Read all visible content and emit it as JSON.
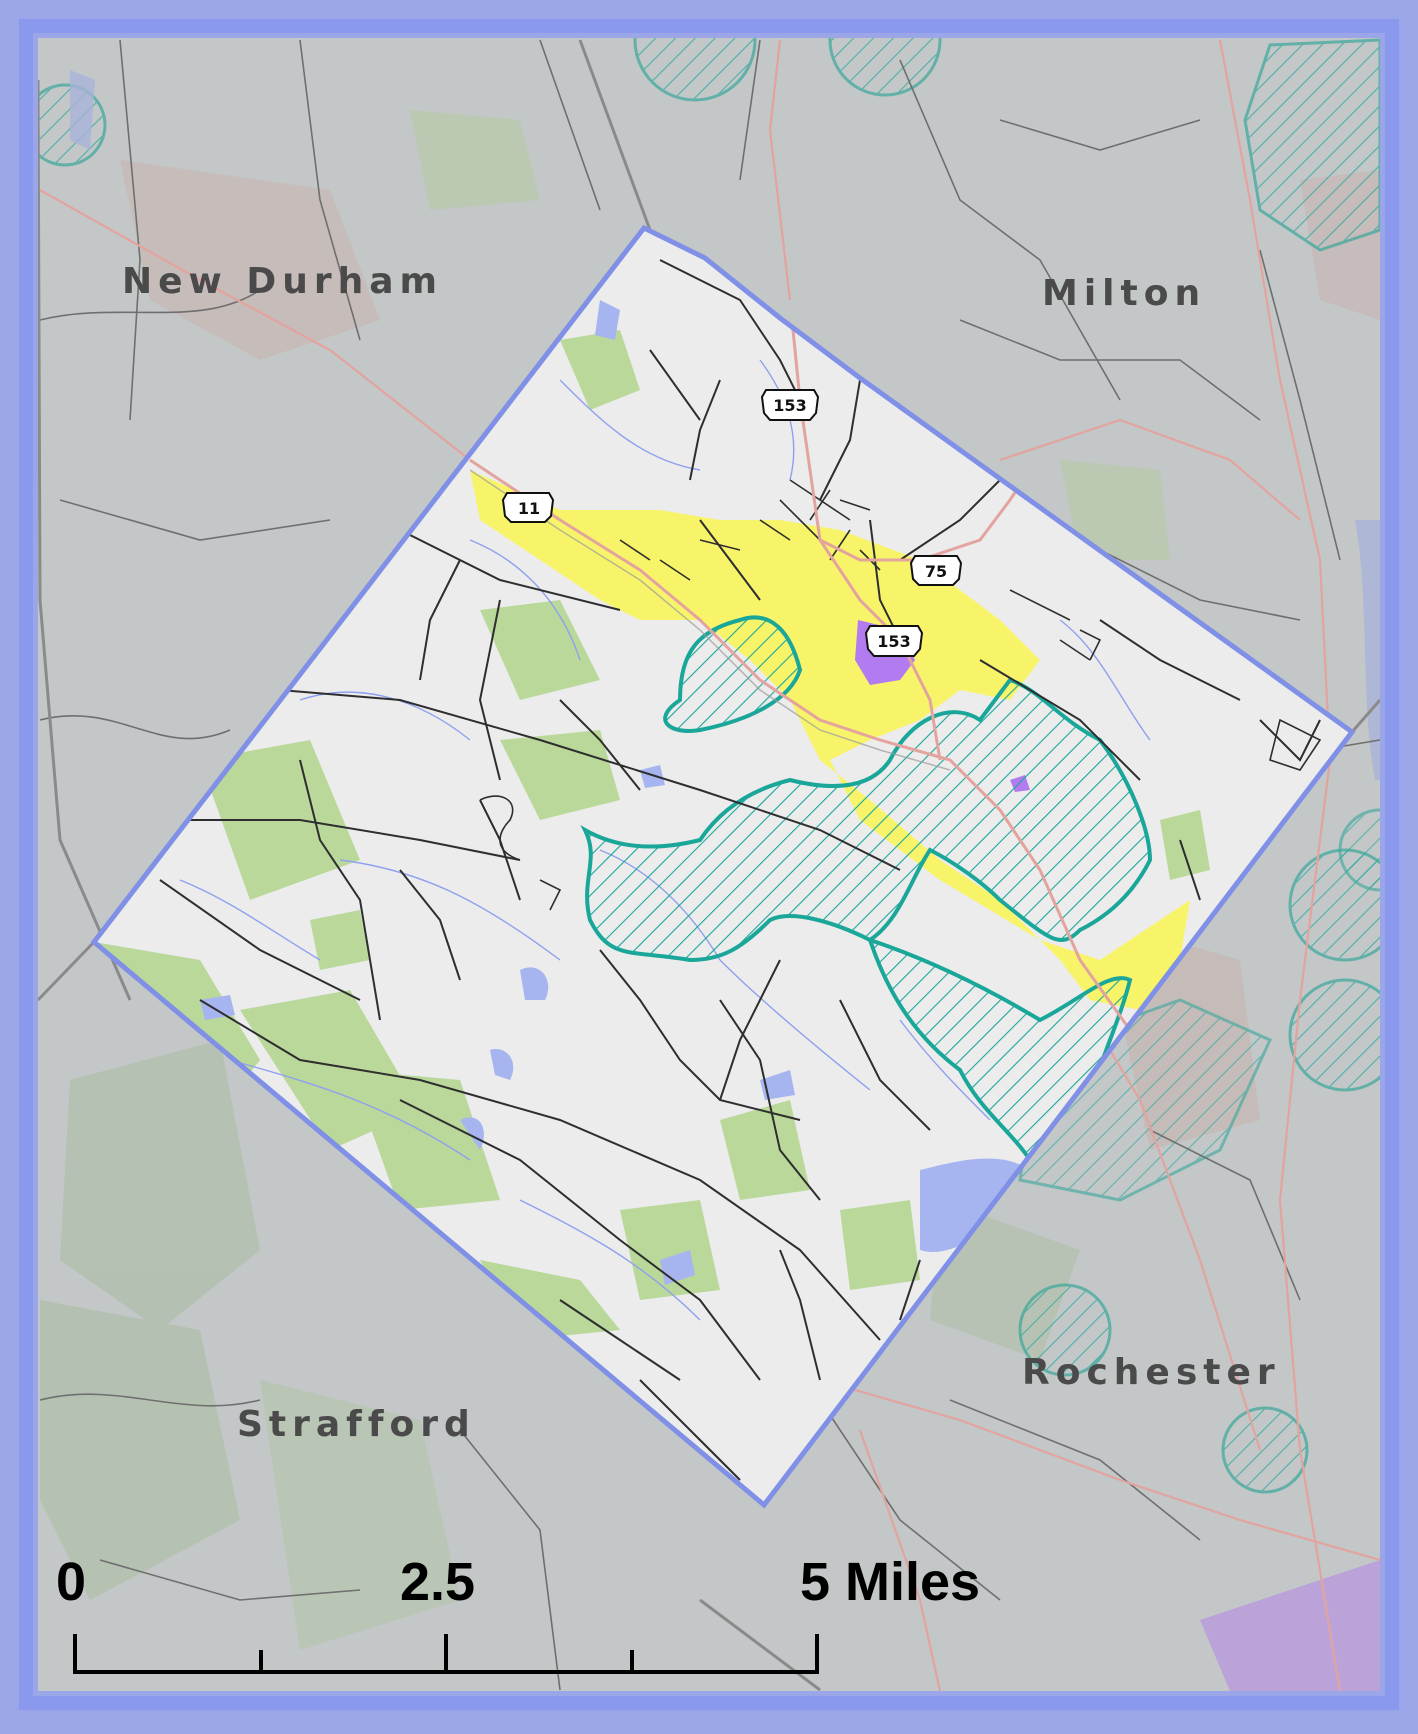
{
  "map": {
    "towns": {
      "new_durham": "New Durham",
      "milton": "Milton",
      "strafford": "Strafford",
      "rochester": "Rochester"
    },
    "routes": {
      "us11": "11",
      "nh153_north": "153",
      "nh75": "75",
      "nh153_south": "153"
    },
    "scale_bar": {
      "label_0": "0",
      "label_mid": "2.5",
      "label_end": "5 Miles"
    },
    "colors": {
      "frame": "#8a98ee",
      "boundary": "#7f90e6",
      "outside_fill": "#c4c8c9",
      "inside_fill": "#ececec",
      "conservation": "#b9d89a",
      "water": "#a6b4f0",
      "village_zone": "#f8f46a",
      "purple_zone": "#b27bf0",
      "hatch_zone": "#1aa79a",
      "road_major": "#e5a8a0",
      "road_local": "#333333"
    }
  }
}
